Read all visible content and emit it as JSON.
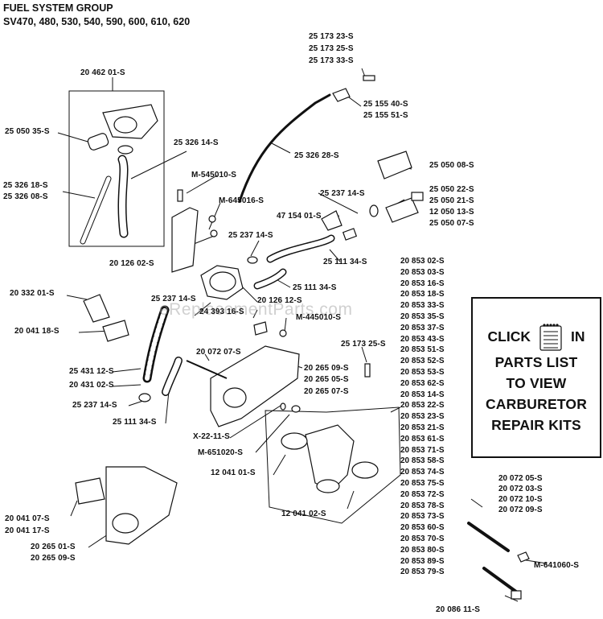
{
  "header": {
    "title": "FUEL SYSTEM GROUP",
    "models": "SV470, 480, 530, 540, 590, 600, 610, 620"
  },
  "watermark": "eReplacementParts.com",
  "callouts": {
    "c1": "25 173 23-S",
    "c2": "25 173 25-S",
    "c3": "25 173 33-S",
    "c4": "20 462 01-S",
    "c5": "25 155 40-S",
    "c6": "25 155 51-S",
    "c7": "25 050 35-S",
    "c8": "25 326 14-S",
    "c9": "25 326 28-S",
    "c10": "25 050 08-S",
    "c11": "M-545010-S",
    "c12": "25 326 18-S",
    "c13": "25 326 08-S",
    "c14": "25 237 14-S",
    "c15": "25 050 22-S",
    "c16": "M-645016-S",
    "c17": "25 050 21-S",
    "c18": "47 154 01-S",
    "c19": "12 050 13-S",
    "c20": "25 050 07-S",
    "c21": "25 237 14-S",
    "c22": "20 126 02-S",
    "c23": "25 111 34-S",
    "c24": "25 111 34-S",
    "c25": "20 332 01-S",
    "c26": "25 237 14-S",
    "c27": "20 126 12-S",
    "c28": "24 393 16-S",
    "c29": "M-445010-S",
    "c30": "20 041 18-S",
    "c31": "25 173 25-S",
    "c32": "20 072 07-S",
    "c33": "20 265 09-S",
    "c34": "20 265 05-S",
    "c35": "20 265 07-S",
    "c36": "25 431 12-S",
    "c37": "20 431 02-S",
    "c38": "25 237 14-S",
    "c39": "25 111 34-S",
    "c40": "X-22-11-S",
    "c41": "M-651020-S",
    "c42": "12 041 01-S",
    "c43": "12 041 02-S",
    "c44": "20 041 07-S",
    "c45": "20 041 17-S",
    "c46": "20 265 01-S",
    "c47": "20 265 09-S",
    "c48": "M-641060-S",
    "c49": "20 086 11-S"
  },
  "carb_kit_parts": [
    "20 853 02-S",
    "20 853 03-S",
    "20 853 16-S",
    "20 853 18-S",
    "20 853 33-S",
    "20 853 35-S",
    "20 853 37-S",
    "20 853 43-S",
    "20 853 51-S",
    "20 853 52-S",
    "20 853 53-S",
    "20 853 62-S",
    "20 853 14-S",
    "20 853 22-S",
    "20 853 23-S",
    "20 853 21-S",
    "20 853 61-S",
    "20 853 71-S",
    "20 853 58-S",
    "20 853 74-S",
    "20 853 75-S",
    "20 853 72-S",
    "20 853 78-S",
    "20 853 73-S",
    "20 853 60-S",
    "20 853 70-S",
    "20 853 80-S",
    "20 853 89-S",
    "20 853 79-S"
  ],
  "stud_parts": [
    "20 072 05-S",
    "20 072 03-S",
    "20 072 10-S",
    "20 072 09-S"
  ],
  "repair_box": {
    "click": "CLICK",
    "in": "IN",
    "line2": "PARTS LIST",
    "line3": "TO VIEW",
    "line4": "CARBURETOR",
    "line5": "REPAIR KITS"
  }
}
